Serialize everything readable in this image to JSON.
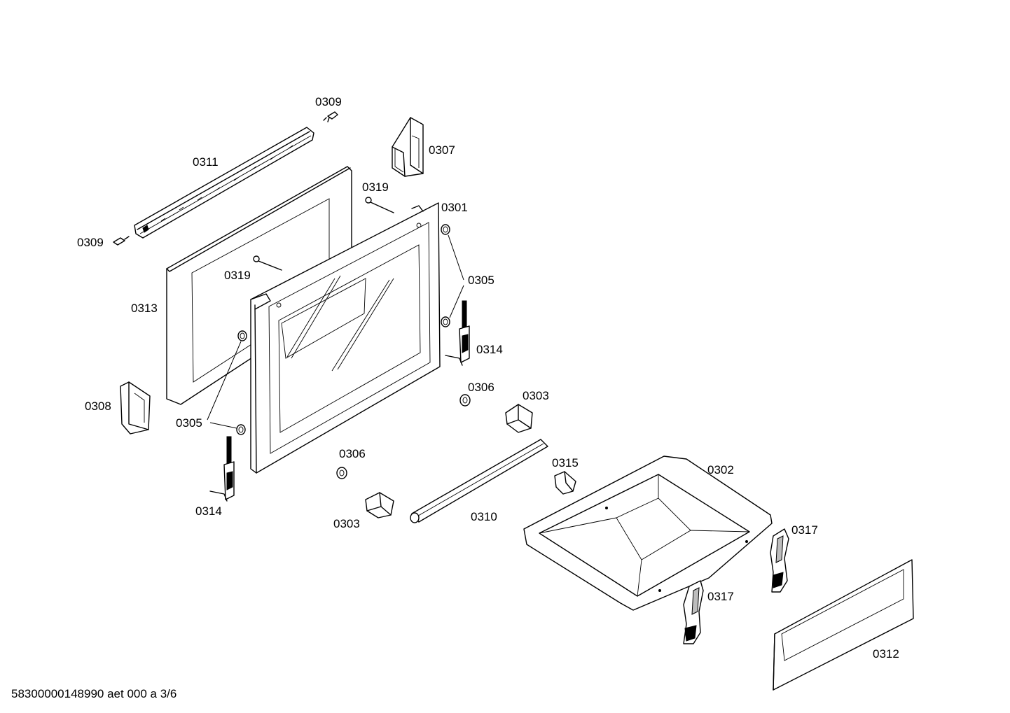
{
  "labels": {
    "p0309a": "0309",
    "p0309b": "0309",
    "p0307": "0307",
    "p0311": "0311",
    "p0319a": "0319",
    "p0319b": "0319",
    "p0301": "0301",
    "p0305a": "0305",
    "p0305b": "0305",
    "p0313": "0313",
    "p0314a": "0314",
    "p0314b": "0314",
    "p0308": "0308",
    "p0306a": "0306",
    "p0306b": "0306",
    "p0303a": "0303",
    "p0303b": "0303",
    "p0315": "0315",
    "p0302": "0302",
    "p0310": "0310",
    "p0317a": "0317",
    "p0317b": "0317",
    "p0312": "0312"
  },
  "footer": "58300000148990 aet 000 a 3/6"
}
